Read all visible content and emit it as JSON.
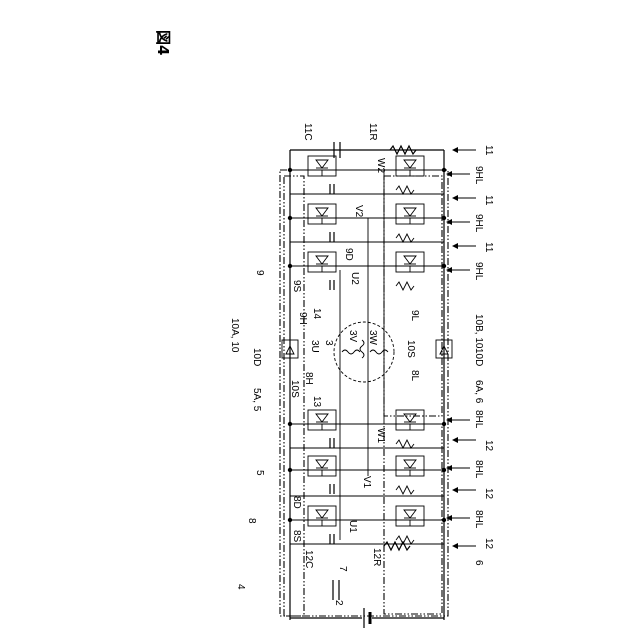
{
  "figure": {
    "title": "図4"
  },
  "labels": {
    "l2": "2",
    "l3": "3",
    "l4": "4",
    "l5": "5",
    "l6": "6",
    "l7": "7",
    "l8": "8",
    "l9": "9",
    "l11": "11",
    "l12": "12",
    "l13": "13",
    "l14": "14",
    "l3U": "3U",
    "l3V": "3V",
    "l3W": "3W",
    "l5A5": "5A, 5",
    "l6A6": "6A, 6",
    "l8D": "8D",
    "l8H": "8H",
    "l8L": "8L",
    "l8S": "8S",
    "l8HL": "8HL",
    "l9D": "9D",
    "l9H": "9H",
    "l9L": "9L",
    "l9S": "9S",
    "l9HL": "9HL",
    "l10": "10",
    "l10A10": "10A, 10",
    "l10B10": "10B, 10",
    "l10D": "10D",
    "l10S": "10S",
    "l11C": "11C",
    "l11R": "11R",
    "l12C": "12C",
    "l12R": "12R",
    "lU1": "U1",
    "lU2": "U2",
    "lV1": "V1",
    "lV2": "V2",
    "lW1": "W1",
    "lW2": "W2"
  }
}
